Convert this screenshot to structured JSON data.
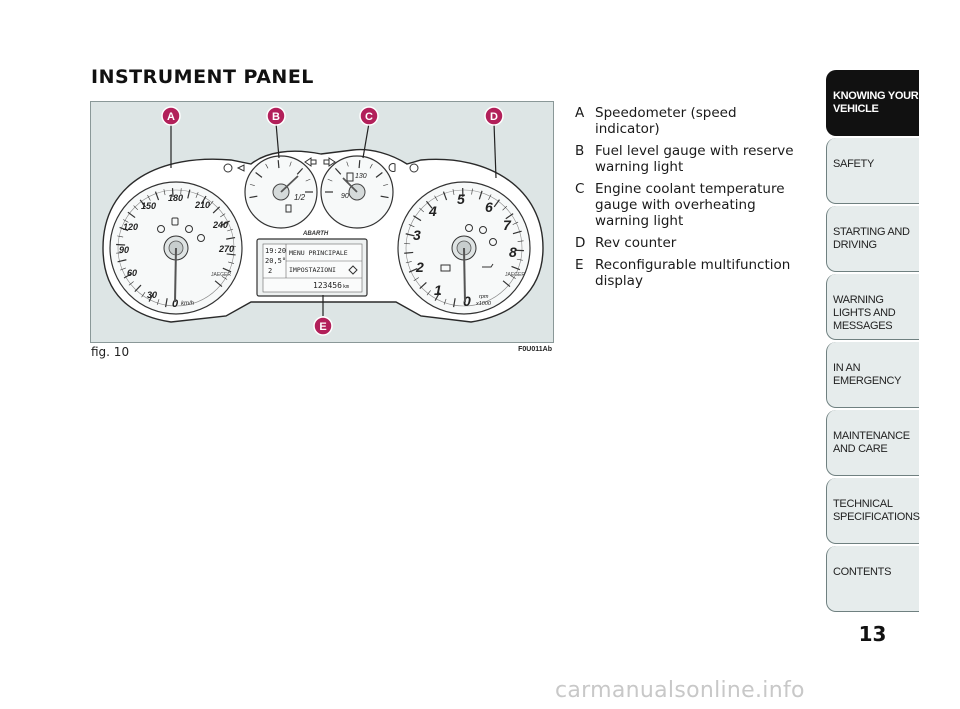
{
  "page": {
    "title": "INSTRUMENT PANEL",
    "number": "13",
    "watermark": "carmanualsonline.info"
  },
  "figure": {
    "label": "fig. 10",
    "code": "F0U011Ab",
    "callouts": [
      "A",
      "B",
      "C",
      "D",
      "E"
    ],
    "speedometer": {
      "ticks": [
        "30",
        "60",
        "90",
        "120",
        "150",
        "180",
        "210",
        "240",
        "270"
      ],
      "zero": "0",
      "unit": "km/h",
      "brand": "JAEGER"
    },
    "fuel_gauge": {
      "mark": "1/2"
    },
    "temp_gauge": {
      "ticks": [
        "90",
        "130"
      ]
    },
    "tachometer": {
      "ticks": [
        "0",
        "1",
        "2",
        "3",
        "4",
        "5",
        "6",
        "7",
        "8"
      ],
      "unit_line1": "rpm",
      "unit_line2": "x1000",
      "brand": "JAEGER"
    },
    "logo_text": "ABARTH",
    "display": {
      "time": "19:20",
      "temperature": "20,5°",
      "gear": "2",
      "menu_title": "MENU PRINCIPALE",
      "menu_item": "IMPOSTAZIONI",
      "odometer": "123456",
      "odometer_unit": "km"
    }
  },
  "legend": [
    {
      "letter": "A",
      "text": "Speedometer (speed indicator)"
    },
    {
      "letter": "B",
      "text": "Fuel level gauge with reserve warning light"
    },
    {
      "letter": "C",
      "text": "Engine coolant temperature gauge with overheating warning light"
    },
    {
      "letter": "D",
      "text": "Rev counter"
    },
    {
      "letter": "E",
      "text": "Reconfigurable multifunction display"
    }
  ],
  "tabs": [
    {
      "label": "KNOWING YOUR VEHICLE",
      "active": true
    },
    {
      "label": "SAFETY",
      "active": false
    },
    {
      "label": "STARTING AND DRIVING",
      "active": false
    },
    {
      "label": "WARNING LIGHTS AND MESSAGES",
      "active": false
    },
    {
      "label": "IN AN EMERGENCY",
      "active": false
    },
    {
      "label": "MAINTENANCE AND CARE",
      "active": false
    },
    {
      "label": "TECHNICAL SPECIFICATIONS",
      "active": false
    },
    {
      "label": "CONTENTS",
      "active": false
    }
  ],
  "colors": {
    "figure_bg": "#dde5e5",
    "callout_fill": "#b2205a",
    "active_tab": "#111111",
    "tab_bg": "#e6ecec"
  },
  "icons": [
    "fog-light-icon",
    "low-beam-icon",
    "turn-signal-left-icon",
    "turn-signal-right-icon",
    "high-beam-icon",
    "rear-fog-icon",
    "fuel-pump-icon",
    "thermometer-icon",
    "seatbelt-icon",
    "airbag-icon",
    "engine-check-icon",
    "oil-icon"
  ]
}
